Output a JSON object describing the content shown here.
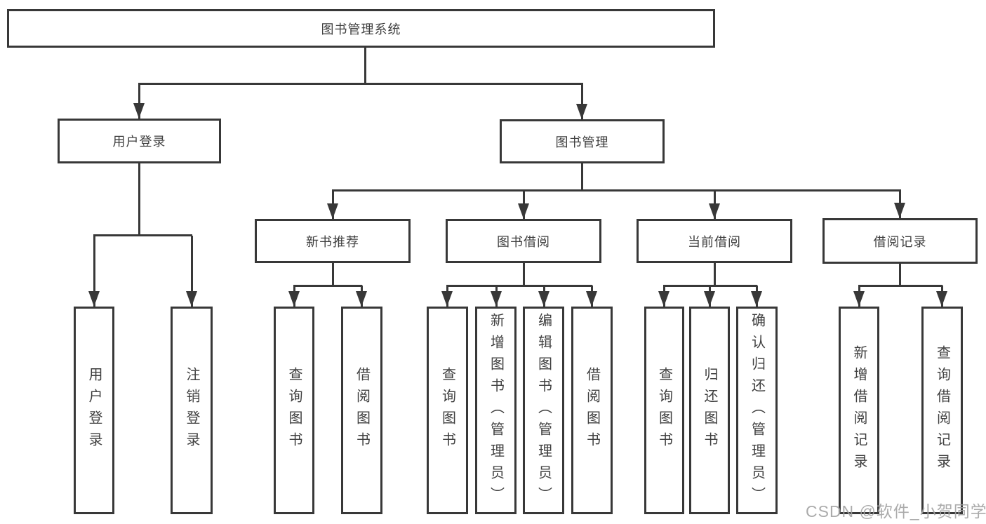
{
  "tree": {
    "root": {
      "label": "图书管理系统"
    },
    "level1": [
      {
        "label": "用户登录"
      },
      {
        "label": "图书管理"
      }
    ],
    "level2": [
      {
        "label": "新书推荐"
      },
      {
        "label": "图书借阅"
      },
      {
        "label": "当前借阅"
      },
      {
        "label": "借阅记录"
      }
    ],
    "leaves": {
      "user_login": [
        {
          "label": "用户登录"
        },
        {
          "label": "注销登录"
        }
      ],
      "new_book_recommend": [
        {
          "label": "查询图书"
        },
        {
          "label": "借阅图书"
        }
      ],
      "book_borrow": [
        {
          "label": "查询图书"
        },
        {
          "label": "新增图书（管理员）"
        },
        {
          "label": "编辑图书（管理员）"
        },
        {
          "label": "借阅图书"
        }
      ],
      "current_borrow": [
        {
          "label": "查询图书"
        },
        {
          "label": "归还图书"
        },
        {
          "label": "确认归还（管理员）"
        }
      ],
      "borrow_records": [
        {
          "label": "新增借阅记录"
        },
        {
          "label": "查询借阅记录"
        }
      ]
    },
    "colors": {
      "line": "#383838",
      "text": "#3f3f3f",
      "background": "#ffffff",
      "watermark": "#a2a2a2"
    }
  },
  "watermark": {
    "text": "CSDN @软件_小贺同学"
  }
}
